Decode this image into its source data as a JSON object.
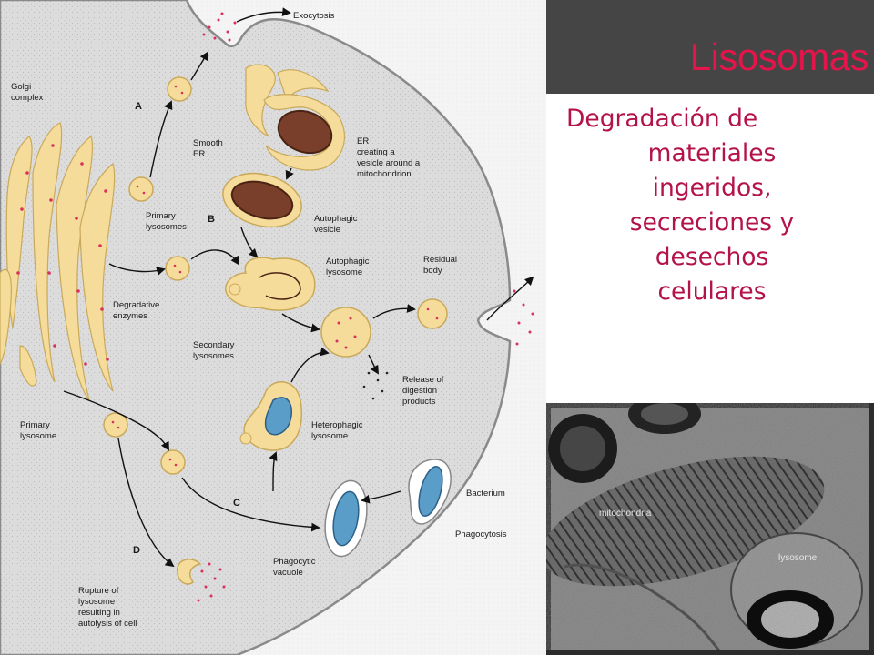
{
  "title": "Lisosomas",
  "description": {
    "lines": [
      "Degradación de",
      "materiales",
      "ingeridos,",
      "secreciones y",
      "desechos",
      "celulares"
    ]
  },
  "diagram": {
    "labels": {
      "exocytosis": "Exocytosis",
      "golgi_1": "Golgi",
      "golgi_2": "complex",
      "smooth_1": "Smooth",
      "smooth_2": "ER",
      "er_1": "ER",
      "er_2": "creating a",
      "er_3": "vesicle around a",
      "er_4": "mitochondrion",
      "primary_lys_1": "Primary",
      "primary_lys_2": "lysosomes",
      "autophagic_vesicle_1": "Autophagic",
      "autophagic_vesicle_2": "vesicle",
      "autophagic_lys_1": "Autophagic",
      "autophagic_lys_2": "lysosome",
      "residual_1": "Residual",
      "residual_2": "body",
      "degradative_1": "Degradative",
      "degradative_2": "enzymes",
      "secondary_1": "Secondary",
      "secondary_2": "lysosomes",
      "release_1": "Release of",
      "release_2": "digestion",
      "release_3": "products",
      "primary_lysosome_1": "Primary",
      "primary_lysosome_2": "lysosome",
      "heterophagic_1": "Heterophagic",
      "heterophagic_2": "lysosome",
      "bacterium": "Bacterium",
      "phagocytosis": "Phagocytosis",
      "phagocytic_1": "Phagocytic",
      "phagocytic_2": "vacuole",
      "rupture_1": "Rupture of",
      "rupture_2": "lysosome",
      "rupture_3": "resulting in",
      "rupture_4": "autolysis of cell",
      "path_a": "A",
      "path_b": "B",
      "path_c": "C",
      "path_d": "D"
    }
  },
  "micrograph": {
    "label_mito": "mitochondria",
    "label_lyso": "lysosome"
  }
}
